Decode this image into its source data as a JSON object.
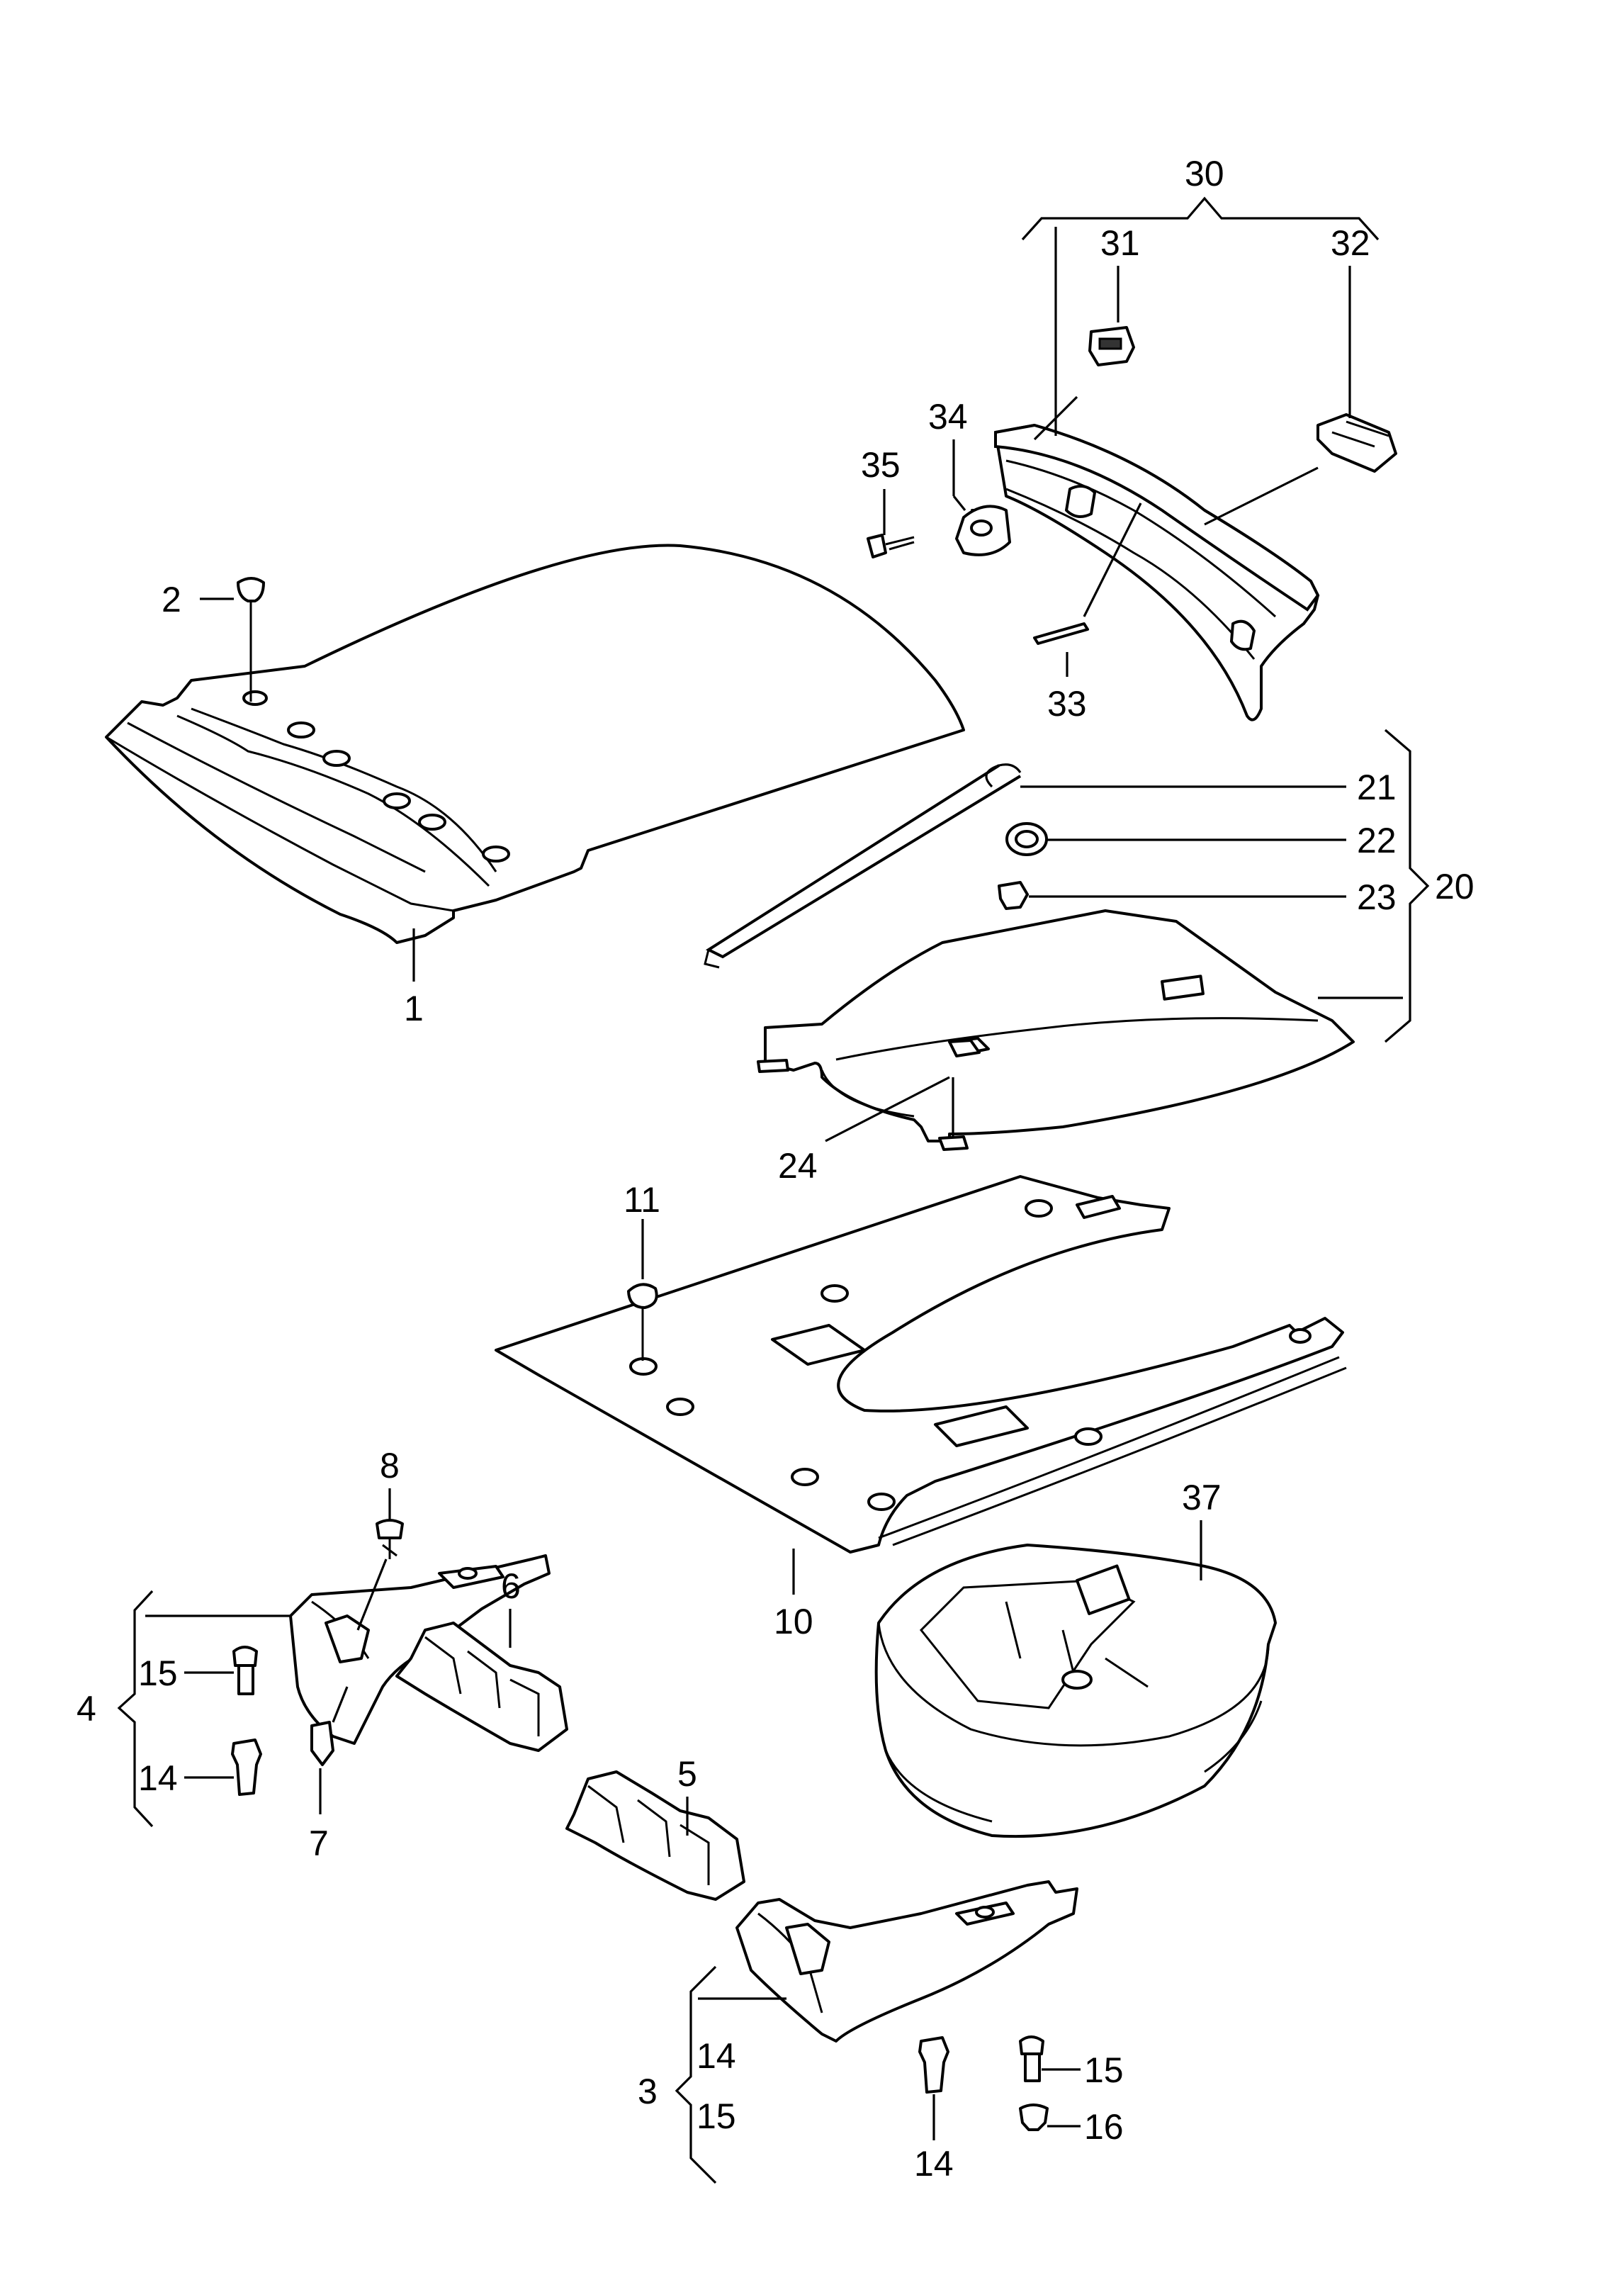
{
  "labels": {
    "p1": "1",
    "p2": "2",
    "p3": "3",
    "p4": "4",
    "p5": "5",
    "p6": "6",
    "p7": "7",
    "p8": "8",
    "p10": "10",
    "p11": "11",
    "p14_left": "14",
    "p15_left": "15",
    "p14_group3": "14",
    "p15_group3": "15",
    "p14_bottom": "14",
    "p15_right": "15",
    "p16": "16",
    "p20": "20",
    "p21": "21",
    "p22": "22",
    "p23": "23",
    "p24": "24",
    "p30": "30",
    "p31": "31",
    "p32": "32",
    "p33": "33",
    "p34": "34",
    "p35": "35",
    "p37": "37"
  }
}
